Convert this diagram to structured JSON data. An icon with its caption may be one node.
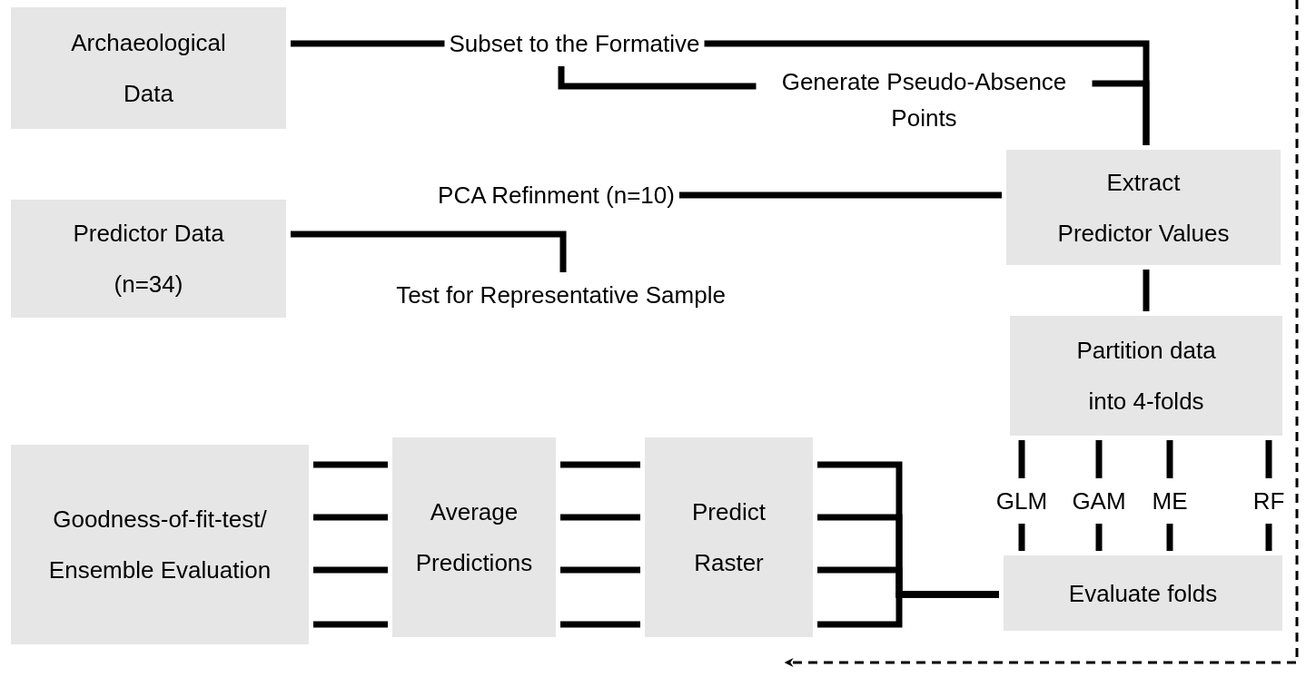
{
  "diagram": {
    "nodes": [
      {
        "text": [
          "Archaeological Data"
        ]
      },
      {
        "text": [
          "Subset to the Formative"
        ]
      },
      {
        "text": [
          "Generate Pseudo-Absence Points"
        ]
      },
      {
        "text": [
          "Predictor Data (n=34)"
        ]
      },
      {
        "text": [
          "PCA Refinment (n=10)"
        ]
      },
      {
        "text": [
          "Test for Representative Sample"
        ]
      },
      {
        "text": [
          "Extract Predictor Values"
        ]
      },
      {
        "text": [
          "Partition data into 4-folds"
        ]
      },
      {
        "text": [
          "GLM"
        ]
      },
      {
        "text": [
          "GAM"
        ]
      },
      {
        "text": [
          "ME"
        ]
      },
      {
        "text": [
          "RF"
        ]
      },
      {
        "text": [
          "Evaluate folds"
        ]
      },
      {
        "text": [
          "Predict Raster"
        ]
      },
      {
        "text": [
          "Average Predictions"
        ]
      },
      {
        "text": [
          "Goodness-of-fit-test/ Ensemble Evaluation"
        ]
      }
    ],
    "edges": [
      {
        "from": 0,
        "to": 1,
        "arrow": "none"
      },
      {
        "from": 1,
        "to": 6,
        "arrow": "none"
      },
      {
        "from": 2,
        "to": 6,
        "arrow": "none"
      },
      {
        "from": 2,
        "to": 1,
        "arrow": "none"
      },
      {
        "from": 3,
        "to": 5,
        "arrow": "none"
      },
      {
        "from": 4,
        "to": 6,
        "arrow": "none"
      },
      {
        "from": 6,
        "to": 7,
        "arrow": "none"
      },
      {
        "from": 7,
        "to": 8,
        "arrow": "none"
      },
      {
        "from": 7,
        "to": 9,
        "arrow": "none"
      },
      {
        "from": 7,
        "to": 10,
        "arrow": "none"
      },
      {
        "from": 7,
        "to": 11,
        "arrow": "none"
      },
      {
        "from": 8,
        "to": 12,
        "arrow": "none"
      },
      {
        "from": 9,
        "to": 12,
        "arrow": "none"
      },
      {
        "from": 10,
        "to": 12,
        "arrow": "none"
      },
      {
        "from": 11,
        "to": 12,
        "arrow": "none"
      },
      {
        "from": 12,
        "to": 13,
        "arrow": "none"
      },
      {
        "from": 12,
        "to": 13,
        "arrow": "none"
      },
      {
        "from": 12,
        "to": 13,
        "arrow": "none"
      },
      {
        "from": 12,
        "to": 13,
        "arrow": "none"
      },
      {
        "from": 13,
        "to": 14,
        "arrow": "none"
      },
      {
        "from": 13,
        "to": 14,
        "arrow": "none"
      },
      {
        "from": 13,
        "to": 14,
        "arrow": "none"
      },
      {
        "from": 13,
        "to": 14,
        "arrow": "none"
      },
      {
        "from": 14,
        "to": 15,
        "arrow": "none"
      },
      {
        "from": 14,
        "to": 15,
        "arrow": "none"
      },
      {
        "from": 14,
        "to": 15,
        "arrow": "none"
      },
      {
        "from": 14,
        "to": 15,
        "arrow": "none"
      }
    ]
  }
}
